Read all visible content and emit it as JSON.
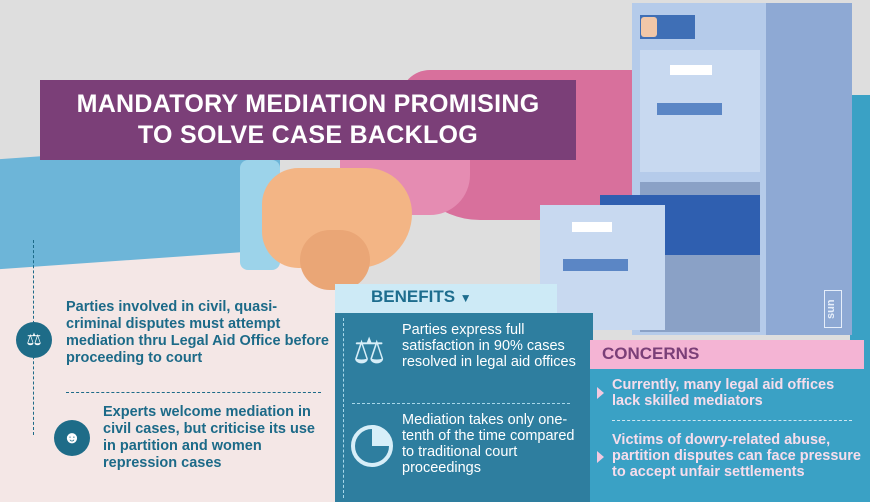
{
  "title": {
    "line1": "MANDATORY MEDIATION PROMISING",
    "line2": "TO SOLVE CASE BACKLOG"
  },
  "cabinet_logo": "sun",
  "left_points": [
    "Parties involved in civil, quasi-criminal disputes must attempt mediation thru Legal Aid Office before proceeding to court",
    "Experts welcome mediation in civil cases, but criticise its use in partition and women repression cases"
  ],
  "benefits": {
    "header": "BENEFITS",
    "items": [
      "Parties express full satisfaction in 90% cases resolved in legal aid offices",
      "Mediation takes only one-tenth of the time compared to traditional court proceedings"
    ]
  },
  "concerns": {
    "header": "CONCERNS",
    "items": [
      "Currently, many legal aid offices lack skilled mediators",
      "Victims of dowry-related abuse, partition disputes can face pressure to accept unfair settlements"
    ]
  },
  "colors": {
    "title_bg": "#7b3f78",
    "benefits_bg": "#2e7e9f",
    "concerns_bg": "#3aa1c5",
    "concerns_header": "#f4b4d4"
  }
}
